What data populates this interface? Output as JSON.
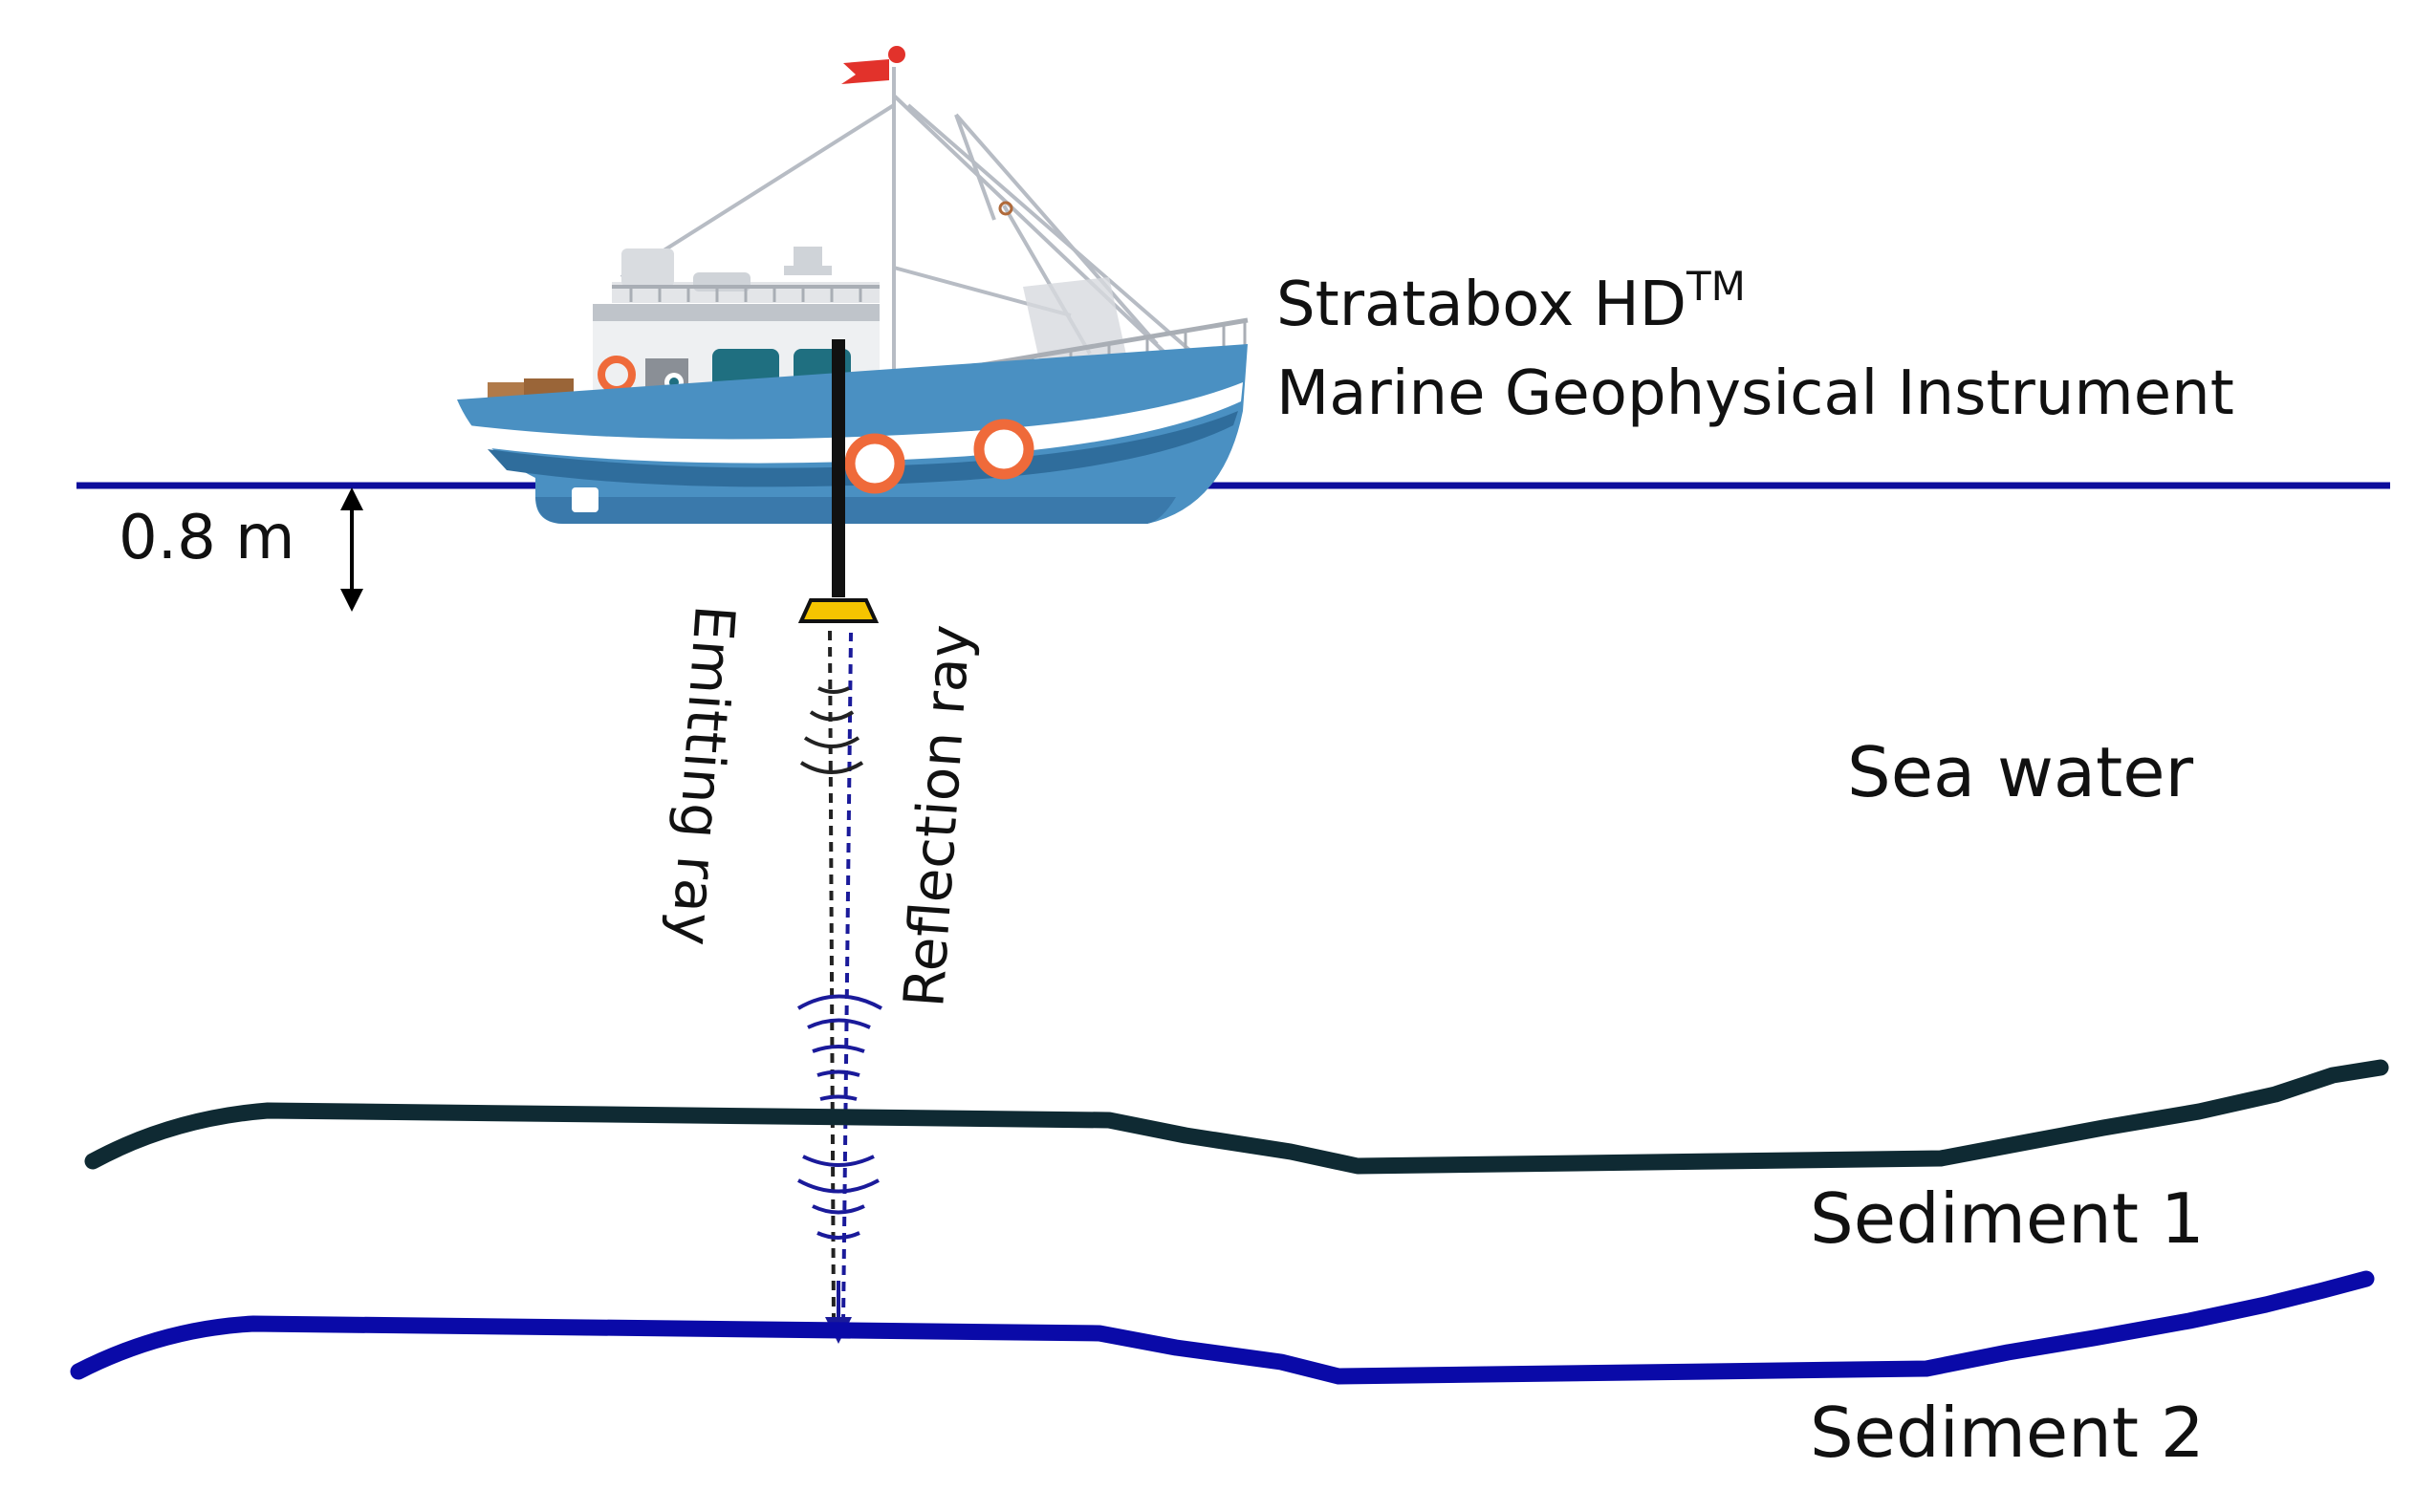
{
  "instrument": {
    "name": "Stratabox HD",
    "trademark": "TM",
    "description": "Marine Geophysical Instrument"
  },
  "depth_label": "0.8 m",
  "rays": {
    "emitting": "Emitting ray",
    "reflection": "Reflection ray"
  },
  "layers": {
    "sea_water": "Sea water",
    "sediment_1": "Sediment 1",
    "sediment_2": "Sediment 2"
  },
  "colors": {
    "water_line": "#0d0d9c",
    "sediment_1_line": "#0f2a33",
    "sediment_2_line": "#0a0aa8",
    "hull": "#4a90c2",
    "emitting_ray": "#222222",
    "reflection_ray": "#1a1a9a",
    "transducer": "#f5c400",
    "flag": "#e2322b",
    "lifebuoy": "#ef6a3a"
  }
}
